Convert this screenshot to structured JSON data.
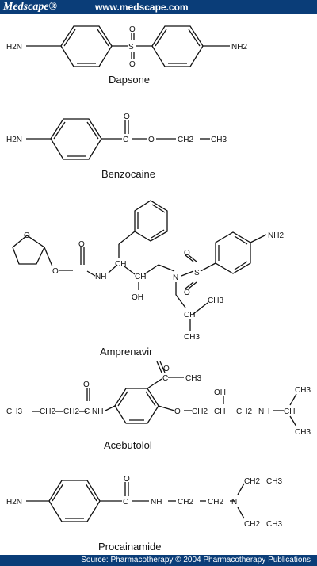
{
  "header": {
    "brand": "Medscape®",
    "url": "www.medscape.com"
  },
  "compounds": [
    {
      "name": "Dapsone"
    },
    {
      "name": "Benzocaine"
    },
    {
      "name": "Amprenavir"
    },
    {
      "name": "Acebutolol"
    },
    {
      "name": "Procainamide"
    }
  ],
  "labels": {
    "h2n": "H2N",
    "nh2": "NH2",
    "s": "S",
    "o": "O",
    "ch2": "CH2",
    "ch3": "CH3",
    "nh": "NH",
    "oh": "OH",
    "ch": "CH",
    "n": "N"
  },
  "footer": {
    "source": "Source: Pharmacotherapy © 2004 Pharmacotherapy Publications"
  }
}
